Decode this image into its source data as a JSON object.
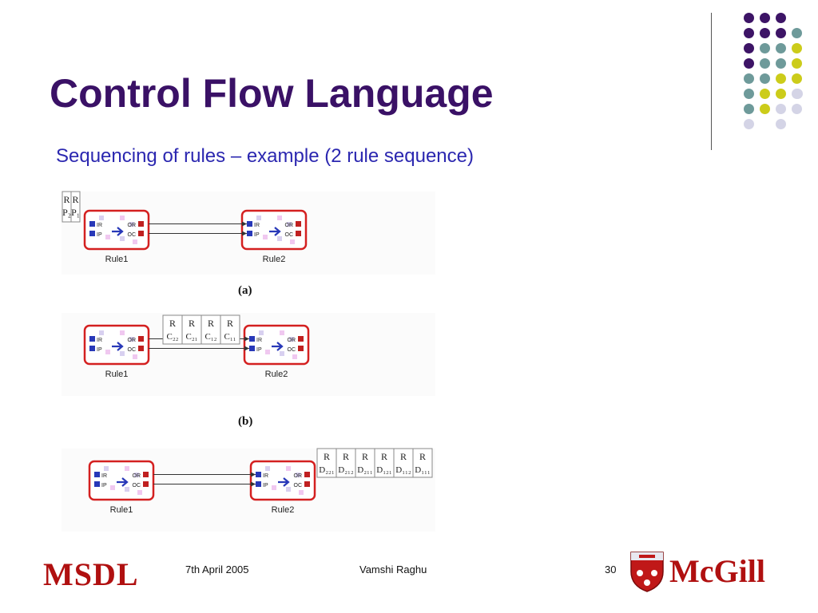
{
  "slide": {
    "title": "Control Flow Language",
    "subtitle": "Sequencing of rules – example (2 rule sequence)"
  },
  "figures": [
    {
      "caption": "(a)",
      "rule_left": "Rule1",
      "rule_right": "Rule2",
      "tokens": [
        [
          "R",
          "P₂"
        ],
        [
          "R",
          "P₁"
        ]
      ]
    },
    {
      "caption": "(b)",
      "rule_left": "Rule1",
      "rule_right": "Rule2",
      "tokens": [
        [
          "R",
          "C₂₂"
        ],
        [
          "R",
          "C₂₁"
        ],
        [
          "R",
          "C₁₂"
        ],
        [
          "R",
          "C₁₁"
        ]
      ]
    },
    {
      "rule_left": "Rule1",
      "rule_right": "Rule2",
      "tokens": [
        [
          "R",
          "D₂₂₁"
        ],
        [
          "R",
          "D₂₁₂"
        ],
        [
          "R",
          "D₂₁₁"
        ],
        [
          "R",
          "D₁₂₁"
        ],
        [
          "R",
          "D₁₁₂"
        ],
        [
          "R",
          "D₁₁₁"
        ]
      ]
    }
  ],
  "port_labels": {
    "in_top": "IR",
    "in_bottom": "IP",
    "out_top": "OR",
    "out_bottom": "OC"
  },
  "footer": {
    "left_logo": "MSDL",
    "date": "7th April 2005",
    "author": "Vamshi Raghu",
    "page_number": "30",
    "right_logo": "McGill"
  },
  "colors": {
    "title": "#3a1166",
    "subtitle": "#2b27b0",
    "dot_purple": "#3d1466",
    "dot_teal": "#6e9a9a",
    "dot_yellow": "#cccc1a",
    "dot_lavender": "#d4d4e6",
    "rule_border": "#d42020",
    "logo_red": "#b01010"
  }
}
